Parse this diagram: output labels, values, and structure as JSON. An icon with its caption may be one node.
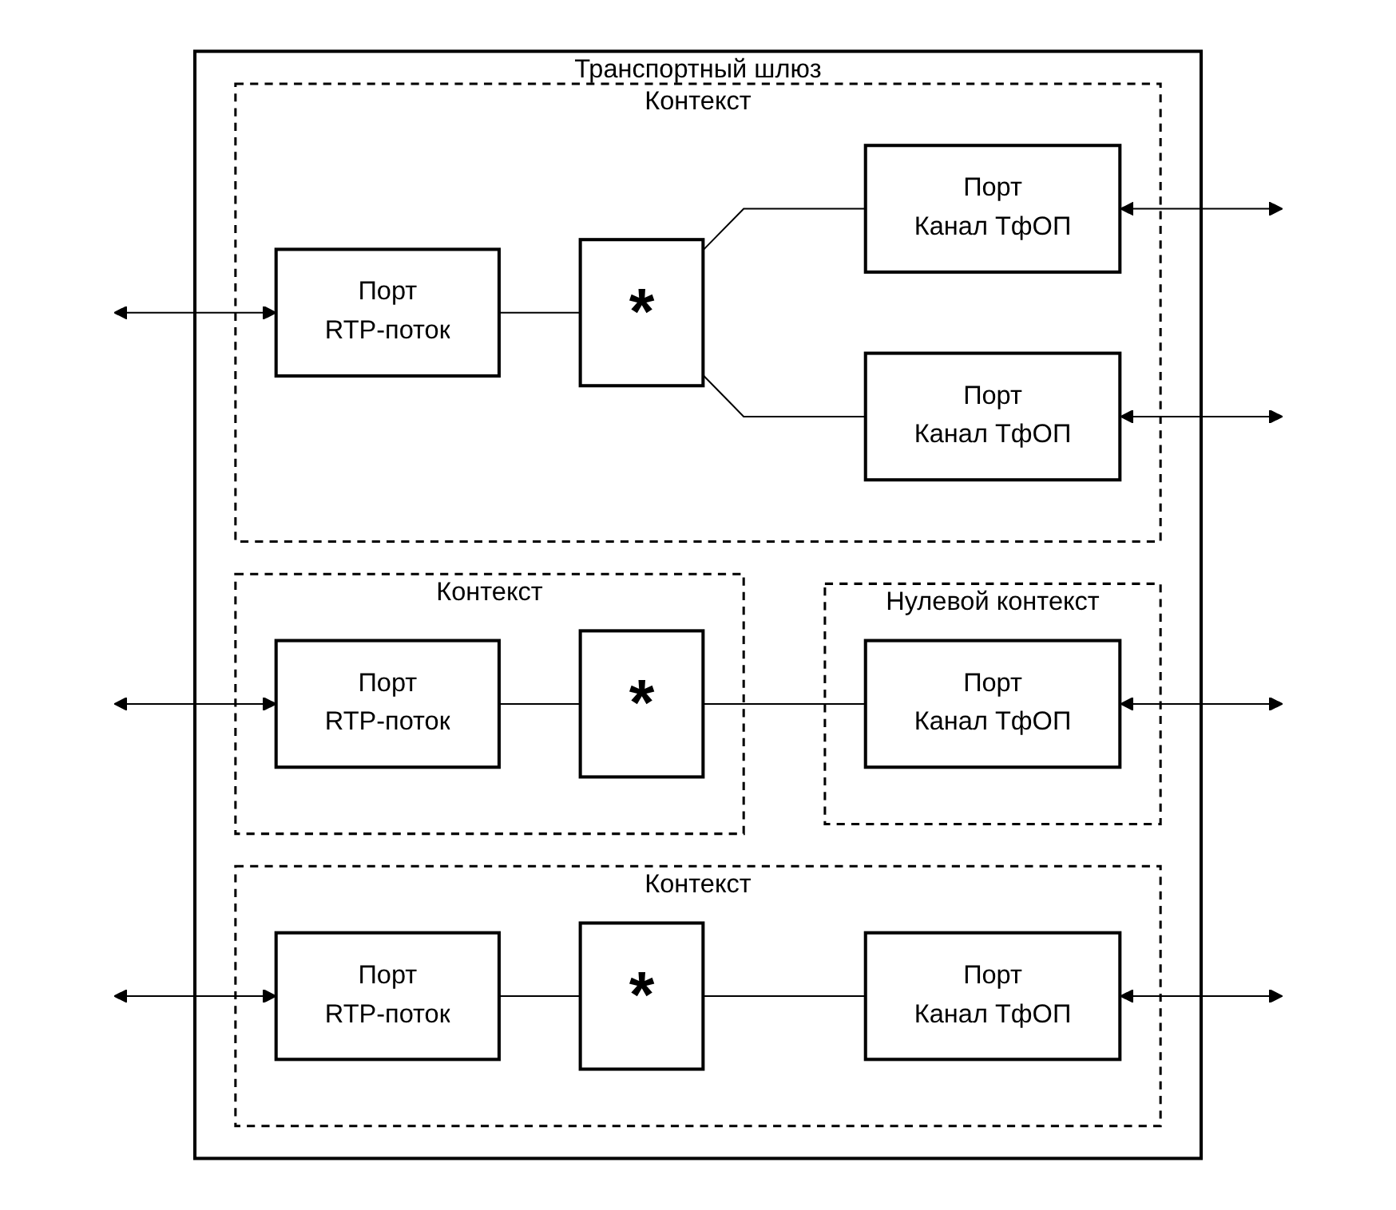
{
  "diagram": {
    "nodes": [
      {
        "text": [
          "Транспортный шлюз"
        ]
      },
      {
        "text": [
          "Контекст"
        ],
        "in": 0
      },
      {
        "text": [
          "Порт",
          "RTP-поток"
        ],
        "in": 1
      },
      {
        "text": [
          "*"
        ],
        "in": 1
      },
      {
        "text": [
          "Порт",
          "Канал ТфОП"
        ],
        "in": 1
      },
      {
        "text": [
          "Порт",
          "Канал ТфОП"
        ],
        "in": 1
      },
      {
        "text": [
          "Контекст"
        ],
        "in": 0
      },
      {
        "text": [
          "Порт",
          "RTP-поток"
        ],
        "in": 6
      },
      {
        "text": [
          "*"
        ],
        "in": 6
      },
      {
        "text": [
          "Нулевой контекст"
        ],
        "in": 0
      },
      {
        "text": [
          "Порт",
          "Канал ТфОП"
        ],
        "in": 9
      },
      {
        "text": [
          "Контекст"
        ],
        "in": 0
      },
      {
        "text": [
          "Порт",
          "RTP-поток"
        ],
        "in": 11
      },
      {
        "text": [
          "*"
        ],
        "in": 11
      },
      {
        "text": [
          "Порт",
          "Канал ТфОП"
        ],
        "in": 11
      }
    ],
    "edges": [
      {
        "from": null,
        "to": 2,
        "arrow": "both"
      },
      {
        "from": 2,
        "to": 3,
        "arrow": "none"
      },
      {
        "from": 3,
        "to": 4,
        "arrow": "none"
      },
      {
        "from": 3,
        "to": 5,
        "arrow": "none"
      },
      {
        "from": 4,
        "to": null,
        "arrow": "both"
      },
      {
        "from": 5,
        "to": null,
        "arrow": "both"
      },
      {
        "from": null,
        "to": 7,
        "arrow": "both"
      },
      {
        "from": 7,
        "to": 8,
        "arrow": "none"
      },
      {
        "from": 8,
        "to": 10,
        "arrow": "none"
      },
      {
        "from": 10,
        "to": null,
        "arrow": "both"
      },
      {
        "from": null,
        "to": 12,
        "arrow": "both"
      },
      {
        "from": 12,
        "to": 13,
        "arrow": "none"
      },
      {
        "from": 13,
        "to": 14,
        "arrow": "none"
      },
      {
        "from": 14,
        "to": null,
        "arrow": "both"
      }
    ]
  }
}
